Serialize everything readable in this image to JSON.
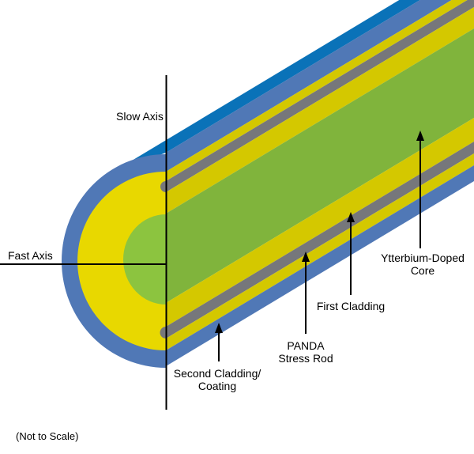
{
  "labels": {
    "slow_axis": "Slow Axis",
    "fast_axis": "Fast Axis",
    "coating_line1": "Second Cladding/",
    "coating_line2": "Coating",
    "rod_line1": "PANDA",
    "rod_line2": "Stress Rod",
    "first_cladding": "First Cladding",
    "core_line1": "Ytterbium-Doped",
    "core_line2": "Core",
    "scale_note": "(Not to Scale)"
  },
  "colors": {
    "outer_surface": "#0a72b8",
    "coating": "#5078b6",
    "cladding_face": "#e8d800",
    "cladding_cut": "#d4c800",
    "stress_rod": "#76777b",
    "core_face": "#8cc43f",
    "core_cut": "#80b43c"
  }
}
